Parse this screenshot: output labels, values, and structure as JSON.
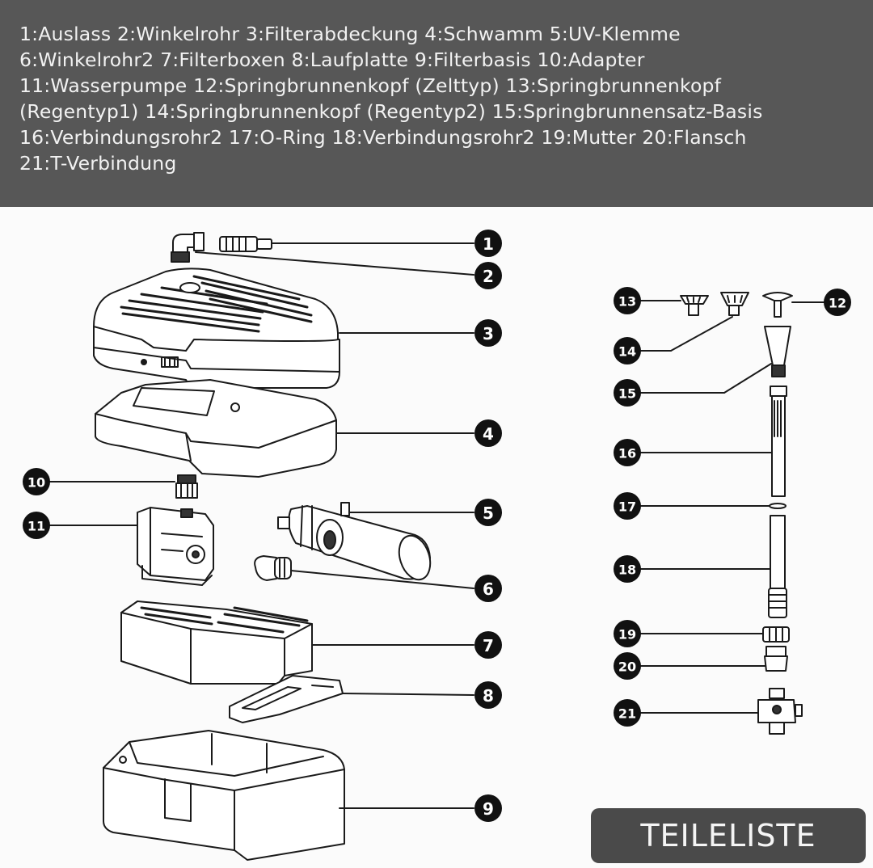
{
  "header": {
    "lines": [
      "1:Auslass 2:Winkelrohr 3:Filterabdeckung 4:Schwamm 5:UV-Klemme",
      "6:Winkelrohr2 7:Filterboxen 8:Laufplatte 9:Filterbasis 10:Adapter",
      "11:Wasserpumpe 12:Springbrunnenkopf (Zelttyp) 13:Springbrunnenkopf",
      "(Regentyp1) 14:Springbrunnenkopf (Regentyp2) 15:Springbrunnensatz-Basis",
      "16:Verbindungsrohr2 17:O-Ring 18:Verbindungsrohr2 19:Mutter 20:Flansch",
      "21:T-Verbindung"
    ]
  },
  "callouts": {
    "c1": "1",
    "c2": "2",
    "c3": "3",
    "c4": "4",
    "c5": "5",
    "c6": "6",
    "c7": "7",
    "c8": "8",
    "c9": "9",
    "c10": "10",
    "c11": "11",
    "c12": "12",
    "c13": "13",
    "c14": "14",
    "c15": "15",
    "c16": "16",
    "c17": "17",
    "c18": "18",
    "c19": "19",
    "c20": "20",
    "c21": "21"
  },
  "badge": {
    "label": "TEILELISTE"
  },
  "colors": {
    "header_bg": "#575757",
    "badge_bg": "#4a4a4a",
    "ink": "#1a1a1a",
    "paper": "#fbfbfb"
  }
}
